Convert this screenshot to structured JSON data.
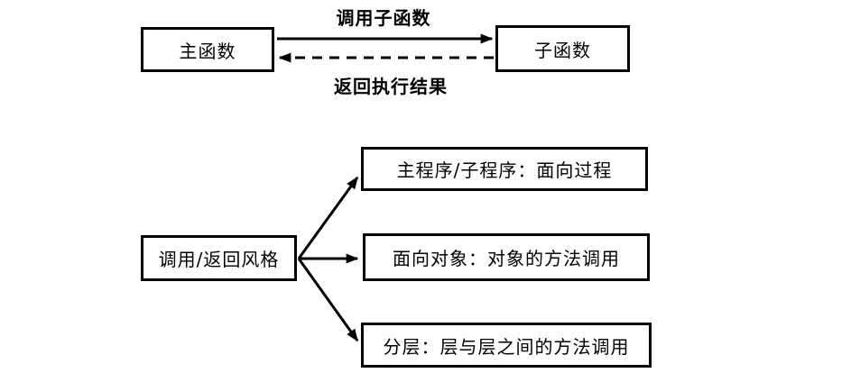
{
  "diagram": {
    "top_section": {
      "main_box_label": "主函数",
      "sub_box_label": "子函数",
      "call_arrow_label": "调用子函数",
      "return_arrow_label": "返回执行结果"
    },
    "bottom_section": {
      "root_box_label": "调用/返回风格",
      "branches": [
        "主程序/子程序：面向过程",
        "面向对象：对象的方法调用",
        "分层：层与层之间的方法调用"
      ]
    },
    "colors": {
      "stroke": "#000000",
      "background": "#ffffff",
      "text": "#000000"
    }
  }
}
